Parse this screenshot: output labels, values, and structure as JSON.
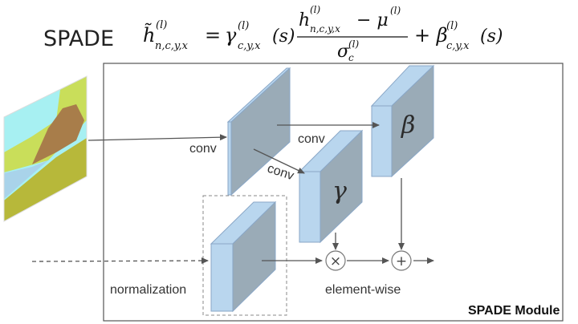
{
  "title": "SPADE",
  "formula": {
    "lhs_symbol": "h̃",
    "lhs_sup": "(l)",
    "lhs_sub": "n,c,y,x",
    "gamma": "γ",
    "gamma_sup": "(l)",
    "gamma_sub": "c,y,x",
    "arg": "(s)",
    "num_h": "h",
    "num_h_sup": "(l)",
    "num_h_sub": "n,c,y,x",
    "num_minus_mu": "− μ",
    "num_mu_sup": "(l)",
    "den_sigma": "σ",
    "den_sub": "c",
    "den_sup": "(l)",
    "plus_beta": "+ β",
    "beta_sup": "(l)",
    "beta_sub": "c,y,x",
    "arg2": "(s)",
    "equals": "="
  },
  "labels": {
    "conv_left": "conv",
    "conv_top": "conv",
    "conv_diag": "conv",
    "normalization": "normalization",
    "element_wise": "element-wise",
    "gamma": "γ",
    "beta": "β",
    "multiply": "×",
    "add": "+"
  },
  "module_label": "SPADE Module",
  "colors": {
    "block_front": "#9aabb7",
    "block_side": "#b9d6ee",
    "block_edge": "#8aa7c7",
    "arrow": "#555555",
    "seg_sky": "#a7f0f2",
    "seg_water": "#a9d3ea",
    "seg_ground": "#b7b83a",
    "seg_grass": "#c9de5a",
    "seg_rock": "#a87d4a"
  }
}
